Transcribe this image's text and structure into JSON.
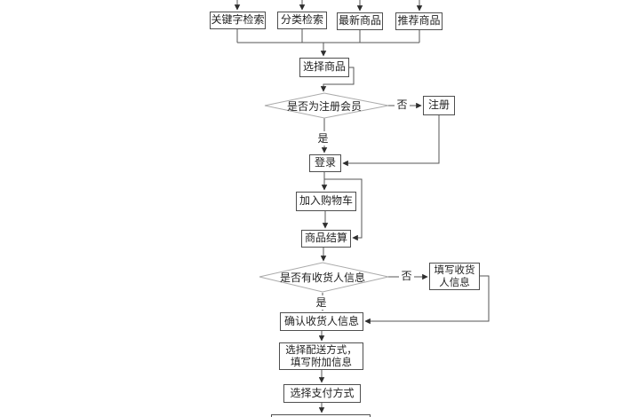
{
  "flowchart": {
    "top_row": [
      {
        "label": "关键字检索"
      },
      {
        "label": "分类检索"
      },
      {
        "label": "最新商品"
      },
      {
        "label": "推荐商品"
      }
    ],
    "nodes": {
      "select_product": "选择商品",
      "decision_registered": "是否为注册会员",
      "register": "注册",
      "login": "登录",
      "add_to_cart": "加入购物车",
      "checkout": "商品结算",
      "decision_consignee": "是否有收货人信息",
      "fill_consignee_line1": "填写收货",
      "fill_consignee_line2": "人信息",
      "confirm_consignee": "确认收货人信息",
      "delivery_line1": "选择配送方式，",
      "delivery_line2": "填写附加信息",
      "payment": "选择支付方式"
    },
    "edge_labels": {
      "registered_no": "否",
      "registered_yes": "是",
      "consignee_no": "否",
      "consignee_yes": "是"
    },
    "colors": {
      "background": "#ffffff",
      "box_border": "#4f4f4f",
      "diamond_border": "#ababab",
      "connector": "#565656",
      "arrowhead": "#2e2e2e",
      "text": "#1f1f1f"
    }
  }
}
